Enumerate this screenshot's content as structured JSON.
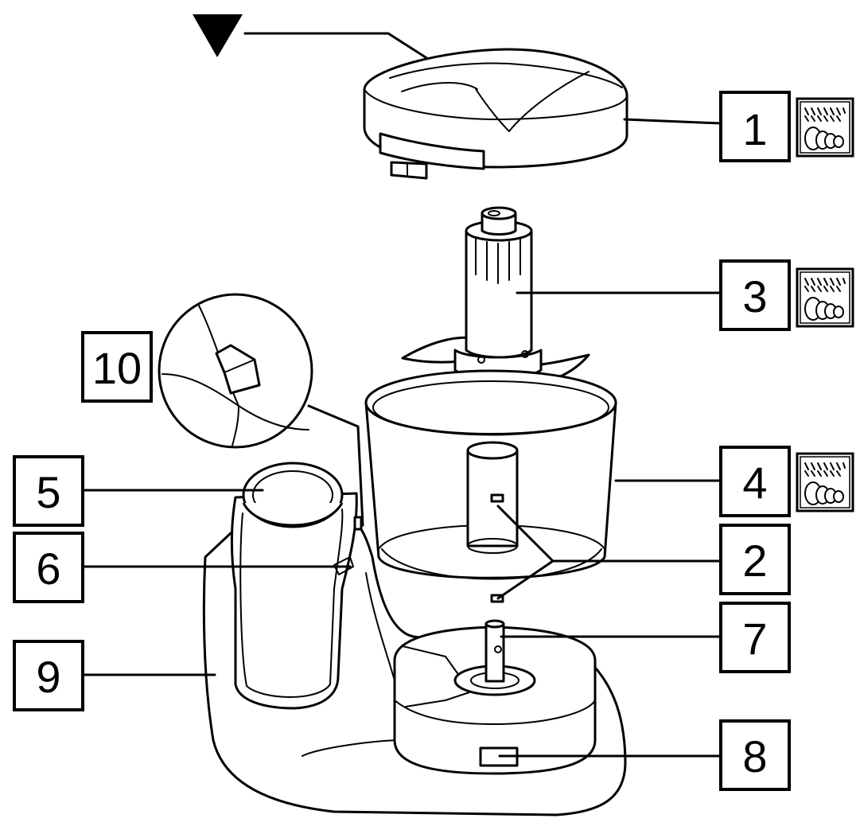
{
  "callouts": {
    "c1": "1",
    "c2": "2",
    "c3": "3",
    "c4": "4",
    "c5": "5",
    "c6": "6",
    "c7": "7",
    "c8": "8",
    "c9": "9",
    "c10": "10"
  },
  "icons": {
    "dishwasher": "dishwasher-safe-icon",
    "arrow": "triangle-down-icon"
  }
}
